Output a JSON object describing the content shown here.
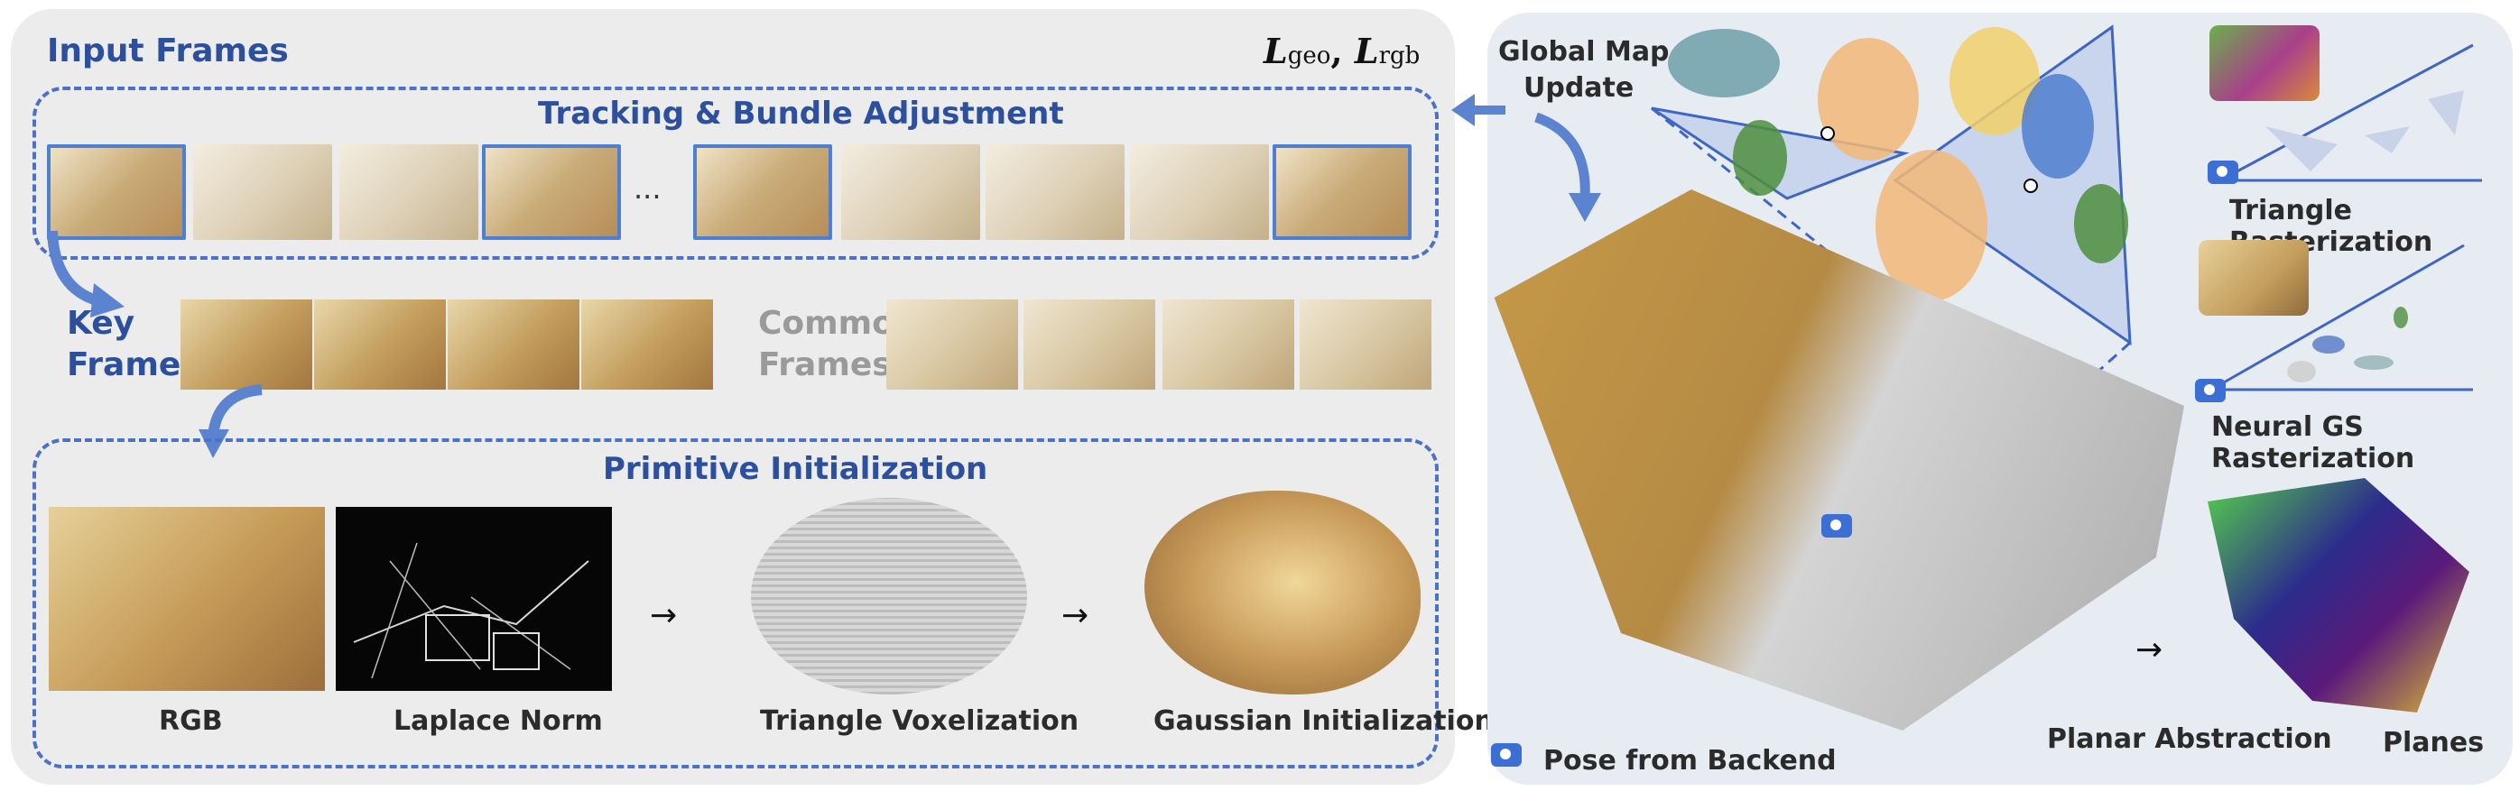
{
  "input_panel": {
    "title": "Input Frames",
    "loss_main": "L",
    "loss_geo_sub": "geo",
    "loss_sep": ", ",
    "loss_rgb_sub": "rgb",
    "tracking_title": "Tracking & Bundle Adjustment",
    "ellipsis": "...",
    "key_frames_label": [
      "Key",
      "Frames"
    ],
    "common_frames_label": [
      "Common",
      "Frames"
    ],
    "primitive_title": "Primitive  Initialization",
    "stages": [
      "RGB",
      "Laplace Norm",
      "Triangle Voxelization",
      "Gaussian Initialization"
    ],
    "arrow_glyph": "→"
  },
  "map_panel": {
    "global_map_update": [
      "Global Map",
      "Update"
    ],
    "pose_from_backend": "Pose from Backend",
    "triangle_rasterization": "Triangle Rasterization",
    "neural_gs_rasterization": "Neural GS Rasterization",
    "planar_abstraction": "Planar Abstraction",
    "planes": "Planes"
  },
  "colors": {
    "accent_blue": "#4a72c6",
    "title_blue": "#2c4f9e",
    "left_panel_bg": "#ececec",
    "right_panel_bg": "#e7ecf3"
  },
  "icons": [
    "camera-icon",
    "right-arrow-icon",
    "curved-arrow-icon"
  ]
}
